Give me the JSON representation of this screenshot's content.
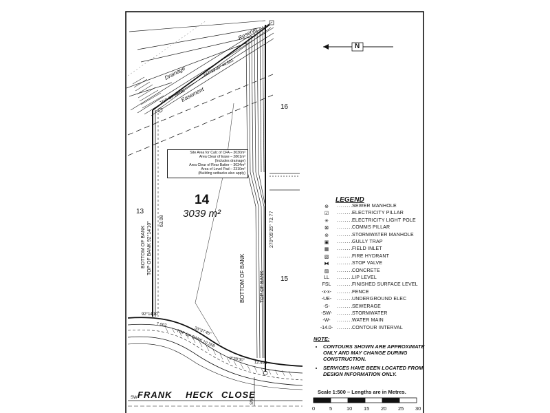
{
  "lot": {
    "number": "14",
    "area": "3039 m²"
  },
  "adjacent_lots": {
    "north": "16",
    "west": "13",
    "east": "15"
  },
  "street": {
    "words": [
      "FRANK",
      "HECK",
      "CLOSE"
    ]
  },
  "easement": {
    "drainage": "Drainage",
    "easement": "Easement",
    "reserve": "Reserve"
  },
  "labels": {
    "bottom_of_bank_left": "BOTTOM OF BANK",
    "top_of_bank_left": "TOP OF BANK",
    "bottom_of_bank_mid": "BOTTOM OF BANK",
    "top_of_bank_right": "TOP OF BANK",
    "top_of_bank_road": "TOP OF BANK",
    "top_of_bank_ease": "TOP OF BANK"
  },
  "dimensions": {
    "west_bearing": "92°14'10\"",
    "west_length": "63.08",
    "east_bearing": "270°05'25\"",
    "east_length": "72.77",
    "north_bearing": "247°33'20\"",
    "north_length": "44.581",
    "front_bearing_1": "92°14'10\"",
    "front_length_1": "7.002",
    "front_bearing_2": "33°37'45\"",
    "front_length_2": "10.358",
    "front_bearing_3": "8°38'30\"",
    "front_length_3": "12.405"
  },
  "infobox": {
    "line1": "Site Area for Calc of CFA – 3030m²",
    "line2": "Area Clear of Ease – 2861m²",
    "line3": "(Includes drainage)",
    "line4": "Area Clear of Rear Batter – 3034m²",
    "line5": "Area of Level Pad – 2310m²",
    "line6": "(Building setbacks also apply)"
  },
  "legend": {
    "title": "LEGEND",
    "items": [
      {
        "symbol": "⊛",
        "label": "SEWER MANHOLE"
      },
      {
        "symbol": "☑",
        "label": "ELECTRICITY PILLAR"
      },
      {
        "symbol": "✳",
        "label": "ELECTRICITY LIGHT POLE"
      },
      {
        "symbol": "⊠",
        "label": "COMMS PILLAR"
      },
      {
        "symbol": "⊚",
        "label": "STORMWATER MANHOLE"
      },
      {
        "symbol": "▣",
        "label": "GULLY TRAP"
      },
      {
        "symbol": "▦",
        "label": "FIELD INLET"
      },
      {
        "symbol": "▧",
        "label": "FIRE HYDRANT"
      },
      {
        "symbol": "⧓",
        "label": "STOP VALVE"
      },
      {
        "symbol": "▨",
        "label": "CONCRETE"
      },
      {
        "symbol": "LL",
        "label": "LIP LEVEL"
      },
      {
        "symbol": "FSL",
        "label": "FINISHED SURFACE LEVEL"
      },
      {
        "symbol": "-x-x-",
        "label": "FENCE"
      },
      {
        "symbol": "-UE-",
        "label": "UNDERGROUND ELEC"
      },
      {
        "symbol": "-S-",
        "label": "SEWERAGE"
      },
      {
        "symbol": "-SW-",
        "label": "STORMWATER"
      },
      {
        "symbol": "-W-",
        "label": "WATER MAIN"
      },
      {
        "symbol": "-14.0-",
        "label": "CONTOUR INTERVAL"
      }
    ]
  },
  "notes": {
    "title": "NOTE:",
    "items": [
      "CONTOURS SHOWN ARE APPROXIMATE ONLY AND MAY CHANGE DURING CONSTRUCTION.",
      "SERVICES HAVE BEEN LOCATED FROM DESIGN INFORMATION ONLY."
    ]
  },
  "scale": {
    "title": "Scale 1:500 – Lengths are in Metres.",
    "ticks": [
      "0",
      "5",
      "10",
      "15",
      "20",
      "25",
      "30"
    ]
  },
  "service_tags": {
    "sw_left": "SW",
    "sw_bottom": "SW"
  },
  "north_arrow": {
    "letter": "N"
  }
}
